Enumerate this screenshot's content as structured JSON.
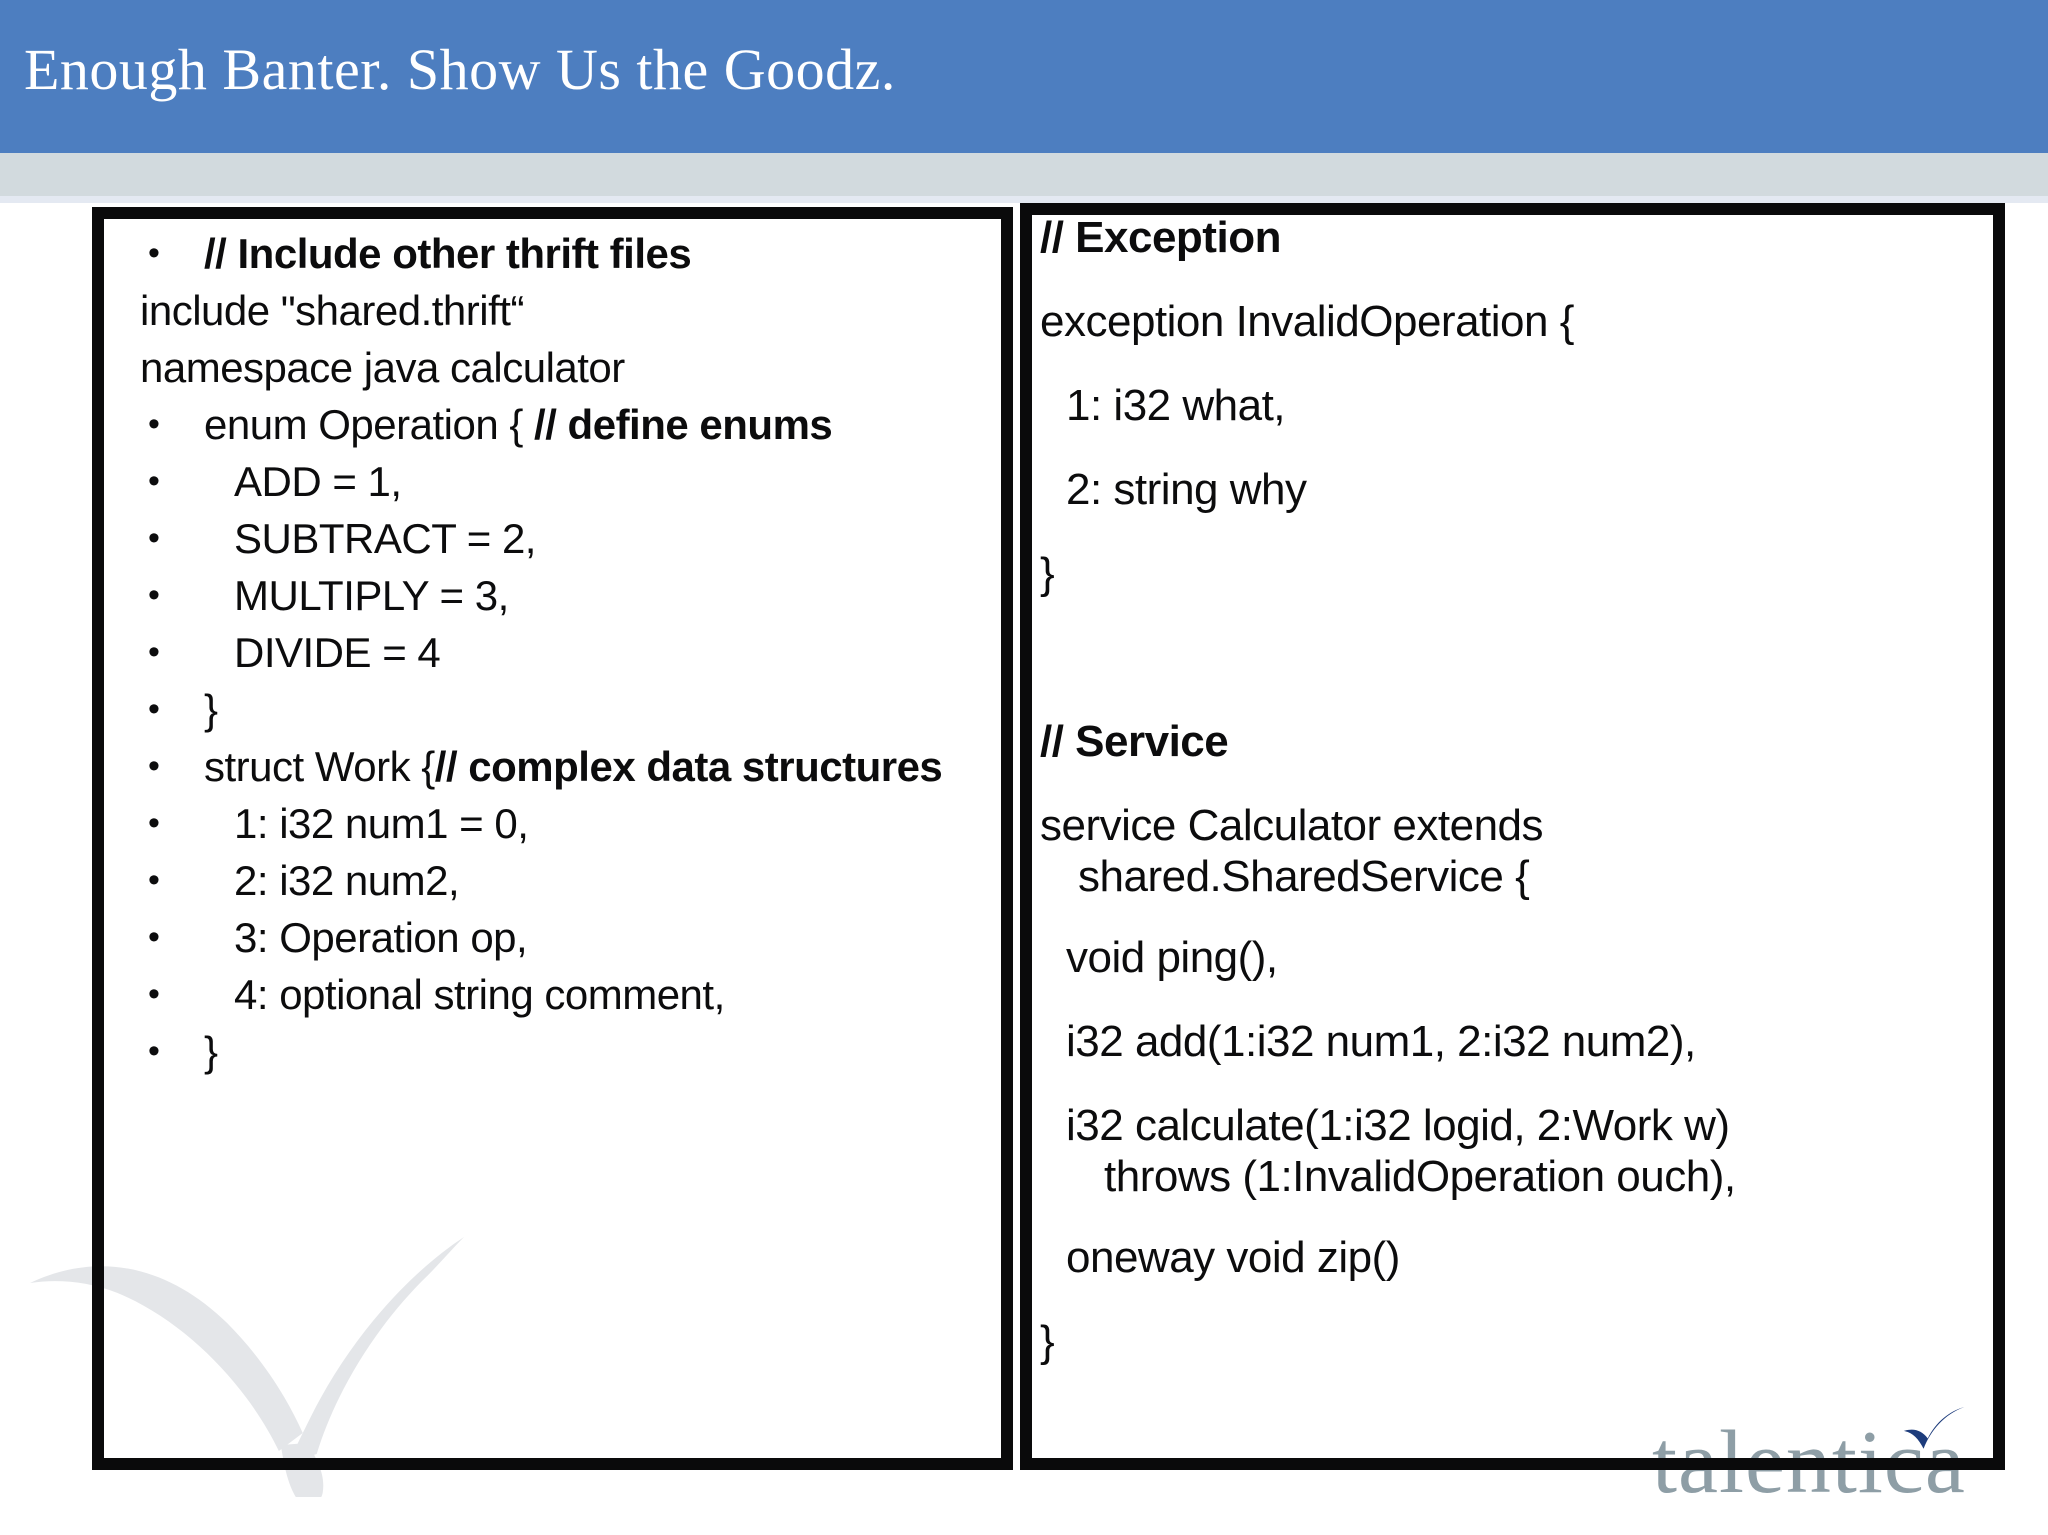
{
  "slide": {
    "title": "Enough Banter. Show Us the Goodz."
  },
  "glyphs": {
    "bullet": "•"
  },
  "colors": {
    "header_blue": "#4d7ec0",
    "band_gray": "#d2dade",
    "band_edge": "#e4e9f2",
    "border_black": "#0a0a0b",
    "watermark_gray": "#e4e6e9",
    "logo_gray": "#8e9ea6",
    "logo_navy": "#1d3c7c"
  },
  "left_box": {
    "lines": [
      {
        "bullet": true,
        "level": 1,
        "code": "",
        "comment": "// Include other thrift files"
      },
      {
        "bullet": false,
        "level": 0,
        "code": "include \"shared.thrift“",
        "comment": ""
      },
      {
        "bullet": false,
        "level": 0,
        "code": "namespace java calculator",
        "comment": ""
      },
      {
        "bullet": true,
        "level": 1,
        "code": "enum Operation { ",
        "comment": "// define enums"
      },
      {
        "bullet": true,
        "level": 2,
        "code": "ADD = 1,",
        "comment": ""
      },
      {
        "bullet": true,
        "level": 2,
        "code": "SUBTRACT = 2,",
        "comment": ""
      },
      {
        "bullet": true,
        "level": 2,
        "code": "MULTIPLY = 3,",
        "comment": ""
      },
      {
        "bullet": true,
        "level": 2,
        "code": "DIVIDE = 4",
        "comment": ""
      },
      {
        "bullet": true,
        "level": 1,
        "code": "}",
        "comment": ""
      },
      {
        "bullet": true,
        "level": 1,
        "code": "struct Work {",
        "comment": "// complex data structures"
      },
      {
        "bullet": true,
        "level": 2,
        "code": "1: i32 num1 = 0,",
        "comment": ""
      },
      {
        "bullet": true,
        "level": 2,
        "code": "2: i32 num2,",
        "comment": ""
      },
      {
        "bullet": true,
        "level": 2,
        "code": "3: Operation op,",
        "comment": ""
      },
      {
        "bullet": true,
        "level": 2,
        "code": "4: optional string comment,",
        "comment": ""
      },
      {
        "bullet": true,
        "level": 1,
        "code": "}",
        "comment": ""
      }
    ]
  },
  "right_box": {
    "lines": [
      {
        "level": 0,
        "code": "",
        "comment": "// Exception",
        "cont": ""
      },
      {
        "level": 0,
        "code": "exception InvalidOperation {",
        "comment": "",
        "cont": ""
      },
      {
        "level": 1,
        "code": "1: i32 what,",
        "comment": "",
        "cont": ""
      },
      {
        "level": 1,
        "code": "2: string why",
        "comment": "",
        "cont": ""
      },
      {
        "level": 0,
        "code": "}",
        "comment": "",
        "cont": ""
      },
      {
        "level": 0,
        "blank": true,
        "code": "",
        "comment": "",
        "cont": ""
      },
      {
        "level": 0,
        "code": "",
        "comment": "// Service",
        "cont": ""
      },
      {
        "level": 0,
        "code": "service Calculator extends",
        "comment": "",
        "cont": "shared.SharedService {"
      },
      {
        "level": 1,
        "code": "void ping(),",
        "comment": "",
        "cont": ""
      },
      {
        "level": 1,
        "code": "i32 add(1:i32 num1, 2:i32 num2),",
        "comment": "",
        "cont": ""
      },
      {
        "level": 1,
        "code": "i32 calculate(1:i32 logid, 2:Work w)",
        "comment": "",
        "cont": "throws (1:InvalidOperation ouch),"
      },
      {
        "level": 1,
        "code": "oneway void zip()",
        "comment": "",
        "cont": ""
      },
      {
        "level": 0,
        "code": "}",
        "comment": "",
        "cont": ""
      }
    ]
  },
  "logo": {
    "text": "talentica"
  }
}
